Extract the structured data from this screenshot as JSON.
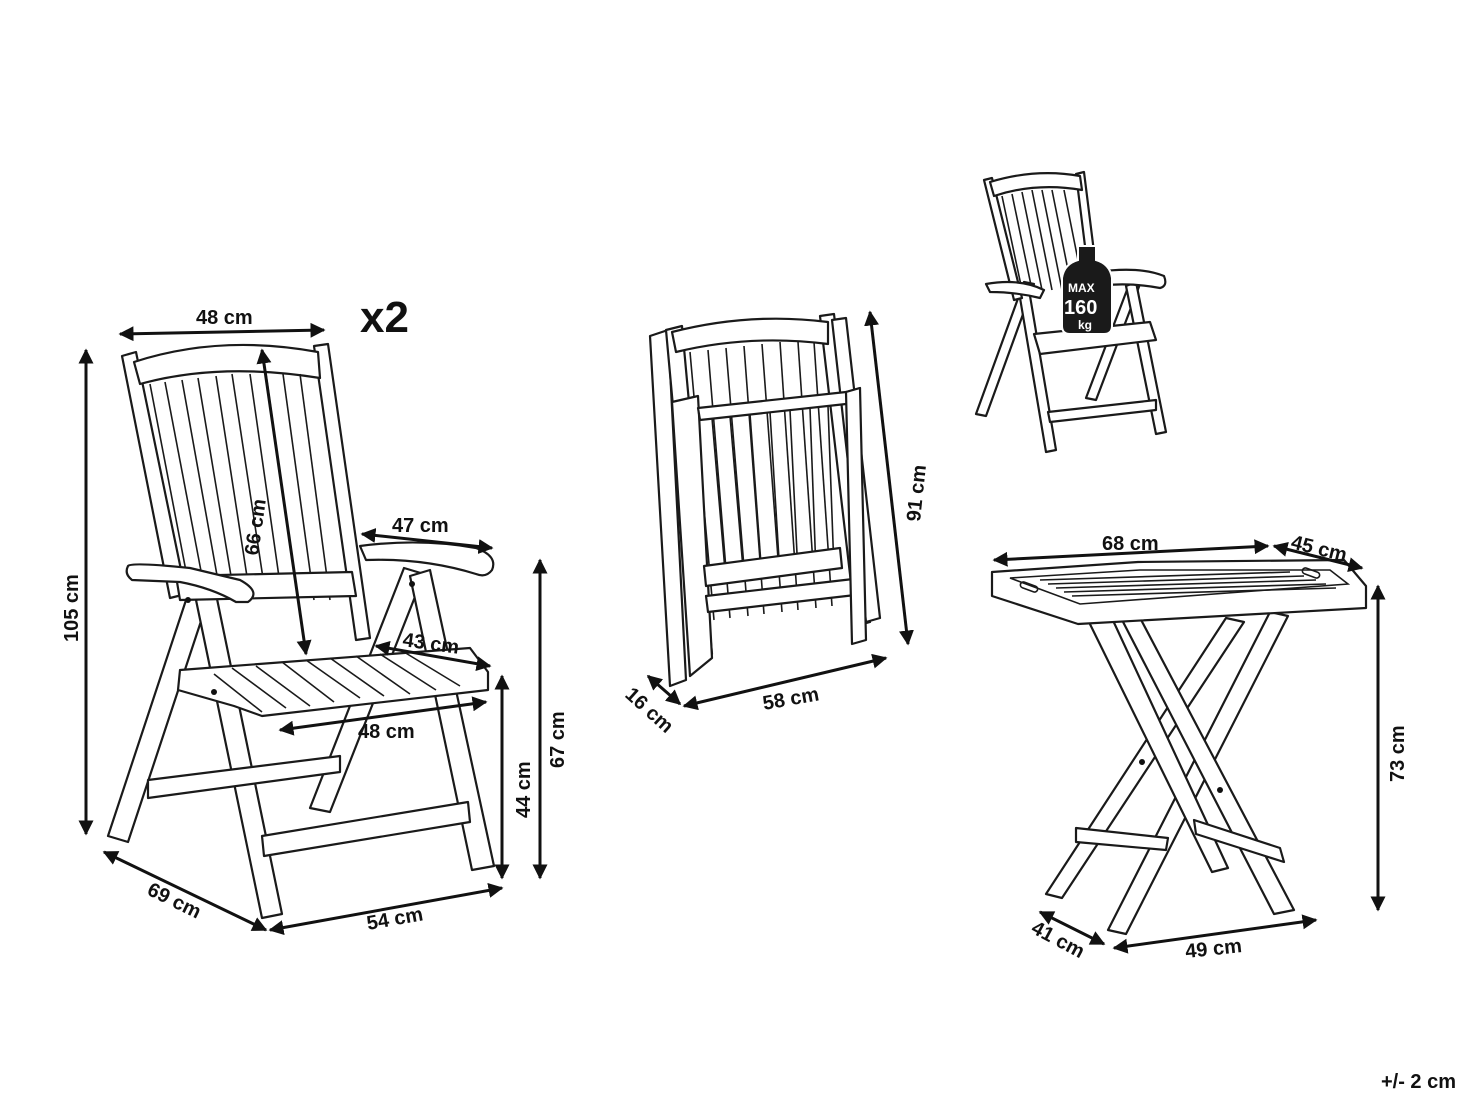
{
  "quantity_label": "x2",
  "tolerance": "+/- 2 cm",
  "chair": {
    "width_top": "48 cm",
    "height_total": "105 cm",
    "backrest_height": "66 cm",
    "armrest_length": "47 cm",
    "seat_depth": "43 cm",
    "seat_width": "48 cm",
    "armrest_height": "67 cm",
    "seat_height": "44 cm",
    "depth": "69 cm",
    "width_base": "54 cm"
  },
  "folded_chair": {
    "height": "91 cm",
    "depth": "16 cm",
    "width": "58 cm"
  },
  "load_badge": {
    "max": "MAX",
    "value": "160",
    "unit": "kg"
  },
  "tray_table": {
    "width": "68 cm",
    "depth": "45 cm",
    "height": "73 cm",
    "base_depth": "41 cm",
    "base_width": "49 cm"
  }
}
